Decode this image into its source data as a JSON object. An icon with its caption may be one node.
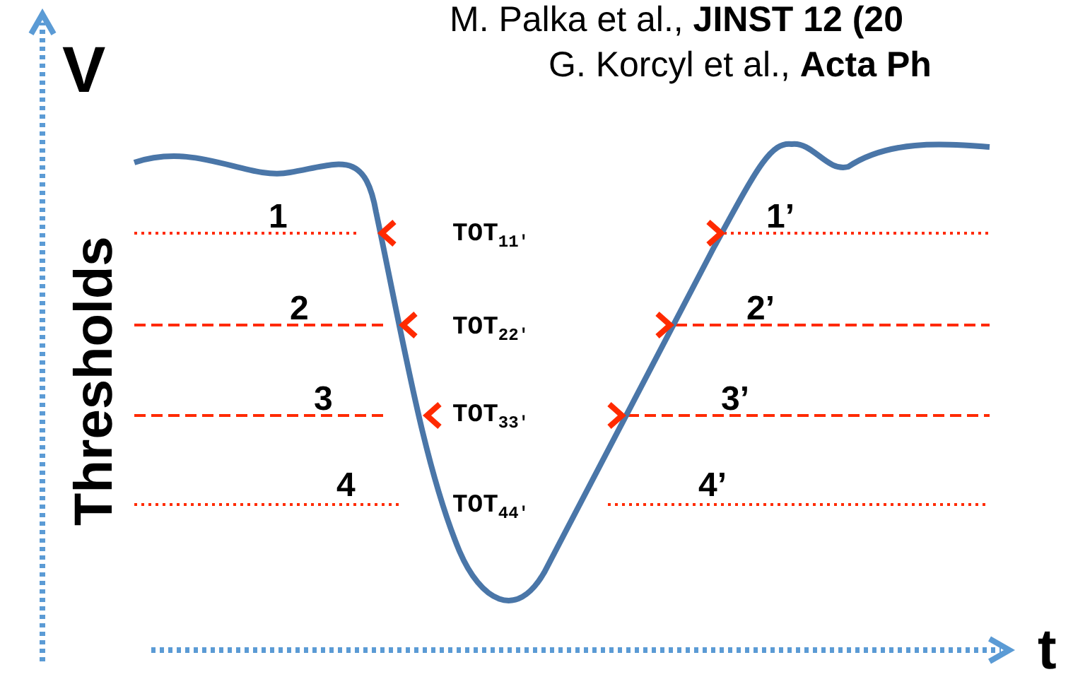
{
  "diagram": {
    "labels": [
      "M. Palka et al., **JINST 12 (20**",
      "G. Korcyl et al., **Acta Ph**",
      "V",
      "Thresholds",
      "1",
      "TOT$_{11′}$",
      "1’",
      "2",
      "TOT$_{22′}$",
      "2’",
      "3",
      "TOT$_{33′}$",
      "3’",
      "4",
      "TOT$_{44′}$",
      "4’",
      "t"
    ]
  }
}
